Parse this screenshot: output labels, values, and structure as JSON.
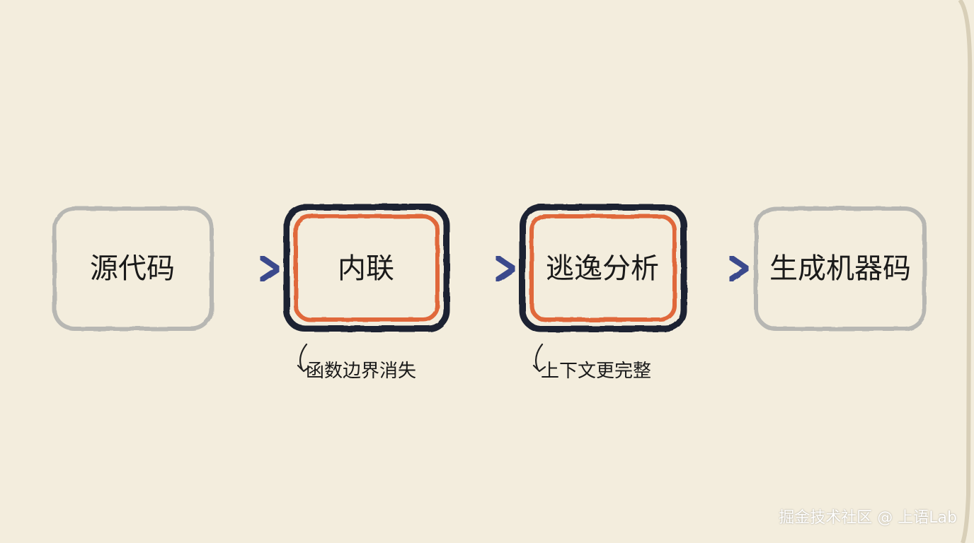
{
  "diagram": {
    "nodes": [
      {
        "id": "source",
        "label": "源代码",
        "style": "plain"
      },
      {
        "id": "inline",
        "label": "内联",
        "style": "highlight"
      },
      {
        "id": "escape",
        "label": "逃逸分析",
        "style": "highlight"
      },
      {
        "id": "machine",
        "label": "生成机器码",
        "style": "plain"
      }
    ],
    "notes": [
      {
        "target": "inline",
        "text": "函数边界消失"
      },
      {
        "target": "escape",
        "text": "上下文更完整"
      }
    ],
    "edges": [
      {
        "from": "source",
        "to": "inline"
      },
      {
        "from": "inline",
        "to": "escape"
      },
      {
        "from": "escape",
        "to": "machine"
      }
    ]
  },
  "colors": {
    "paper": "#f3eddd",
    "plain_border": "#b7b7b3",
    "highlight_outer": "#1c2333",
    "highlight_inner": "#e0673a",
    "arrow": "#3b4a8c",
    "text": "#1a1a1a"
  },
  "watermark": "掘金技术社区 @ 上语Lab"
}
